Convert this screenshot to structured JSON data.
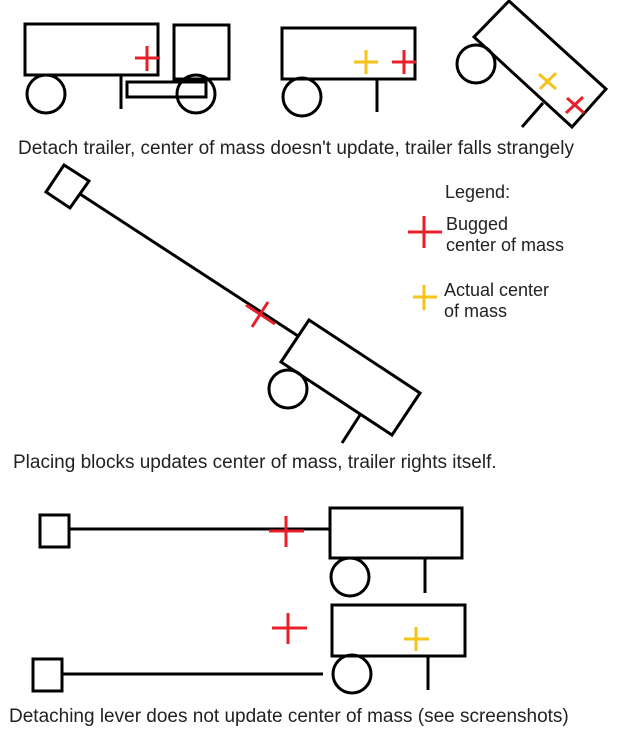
{
  "captions": {
    "scene1": "Detach trailer, center of mass doesn't update, trailer falls strangely",
    "scene2": "Placing blocks updates center of mass, trailer rights itself.",
    "scene3": "Detaching lever does not update center of mass (see screenshots)"
  },
  "legend": {
    "title": "Legend:",
    "items": [
      {
        "label_line1": "Bugged",
        "label_line2": "center of mass",
        "color": "#e8202a",
        "marker": "plus"
      },
      {
        "label_line1": "Actual center",
        "label_line2": "of mass",
        "color": "#f7c21a",
        "marker": "plus"
      }
    ]
  },
  "colors": {
    "bugged": "#e8202a",
    "actual": "#f7c21a",
    "outline": "#000000",
    "text": "#222222"
  }
}
